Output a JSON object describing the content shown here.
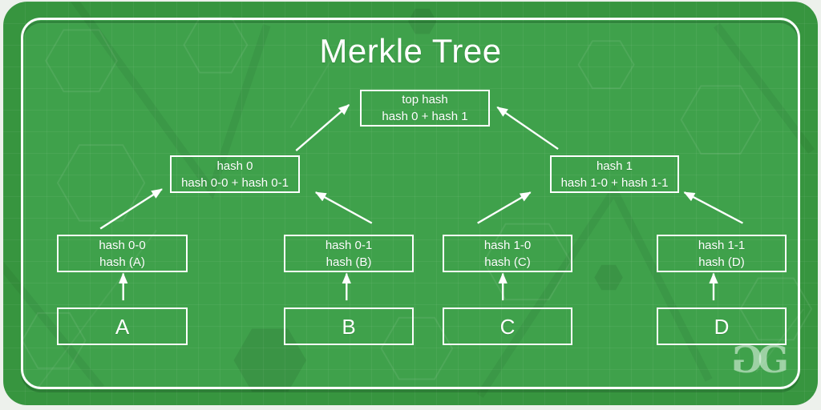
{
  "title": "Merkle Tree",
  "brand": {
    "name": "geeksforgeeks-logo",
    "letter_left": "G",
    "letter_right": "G"
  },
  "colors": {
    "card_green": "#37953f",
    "inner_green": "#3fa14b",
    "box_border": "#ffffff",
    "text": "#ffffff",
    "page_background": "#edf1ec"
  },
  "tree": {
    "root": {
      "line1": "top hash",
      "line2": "hash 0 + hash 1"
    },
    "internal": [
      {
        "line1": "hash 0",
        "line2": "hash 0-0 + hash 0-1"
      },
      {
        "line1": "hash 1",
        "line2": "hash 1-0 + hash 1-1"
      }
    ],
    "leaf_hashes": [
      {
        "line1": "hash 0-0",
        "line2": "hash (A)"
      },
      {
        "line1": "hash 0-1",
        "line2": "hash (B)"
      },
      {
        "line1": "hash 1-0",
        "line2": "hash (C)"
      },
      {
        "line1": "hash 1-1",
        "line2": "hash (D)"
      }
    ],
    "data_blocks": [
      {
        "label": "A"
      },
      {
        "label": "B"
      },
      {
        "label": "C"
      },
      {
        "label": "D"
      }
    ],
    "edges": [
      {
        "from": "A",
        "to": "hash 0-0"
      },
      {
        "from": "B",
        "to": "hash 0-1"
      },
      {
        "from": "C",
        "to": "hash 1-0"
      },
      {
        "from": "D",
        "to": "hash 1-1"
      },
      {
        "from": "hash 0-0",
        "to": "hash 0"
      },
      {
        "from": "hash 0-1",
        "to": "hash 0"
      },
      {
        "from": "hash 1-0",
        "to": "hash 1"
      },
      {
        "from": "hash 1-1",
        "to": "hash 1"
      },
      {
        "from": "hash 0",
        "to": "top hash"
      },
      {
        "from": "hash 1",
        "to": "top hash"
      }
    ]
  }
}
